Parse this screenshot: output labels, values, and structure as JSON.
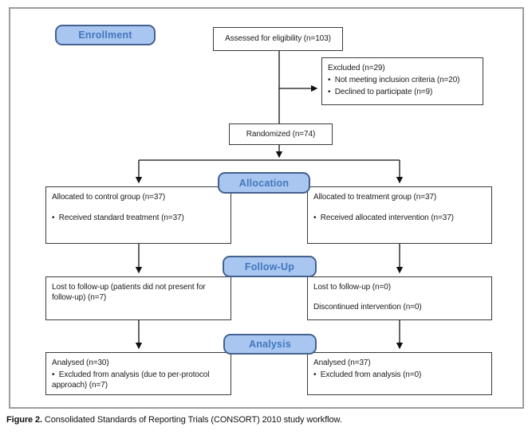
{
  "figure": {
    "caption_label": "Figure 2.",
    "caption_text": "Consolidated Standards of Reporting Trials (CONSORT) 2010 study workflow."
  },
  "stages": {
    "enrollment": "Enrollment",
    "allocation": "Allocation",
    "followup": "Follow-Up",
    "analysis": "Analysis"
  },
  "flow": {
    "assessed": "Assessed for eligibility (n=103)",
    "excluded": {
      "title": "Excluded  (n=29)",
      "items": [
        "Not meeting inclusion criteria (n=20)",
        "Declined to participate (n=9)"
      ]
    },
    "randomized": "Randomized (n=74)",
    "allocation_control": {
      "title": "Allocated to control group (n=37)",
      "items": [
        "Received standard treatment (n=37)"
      ]
    },
    "allocation_treatment": {
      "title": "Allocated to treatment group (n=37)",
      "items": [
        "Received allocated intervention (n=37)"
      ]
    },
    "followup_control": {
      "line1": "Lost to follow-up (patients did not present for follow-up) (n=7)"
    },
    "followup_treatment": {
      "line1": "Lost to follow-up (n=0)",
      "line2": "Discontinued intervention (n=0)"
    },
    "analysis_control": {
      "title": "Analysed  (n=30)",
      "items": [
        "Excluded from analysis (due to per-protocol approach) (n=7)"
      ]
    },
    "analysis_treatment": {
      "title": "Analysed  (n=37)",
      "items": [
        "Excluded from analysis (n=0)"
      ]
    }
  },
  "colors": {
    "badge_fill": "#a9c6f1",
    "badge_border": "#44618f",
    "badge_text": "#4177bd",
    "box_border": "#3a3a3a",
    "frame_border": "#9c9c9c",
    "arrow": "#111111"
  }
}
